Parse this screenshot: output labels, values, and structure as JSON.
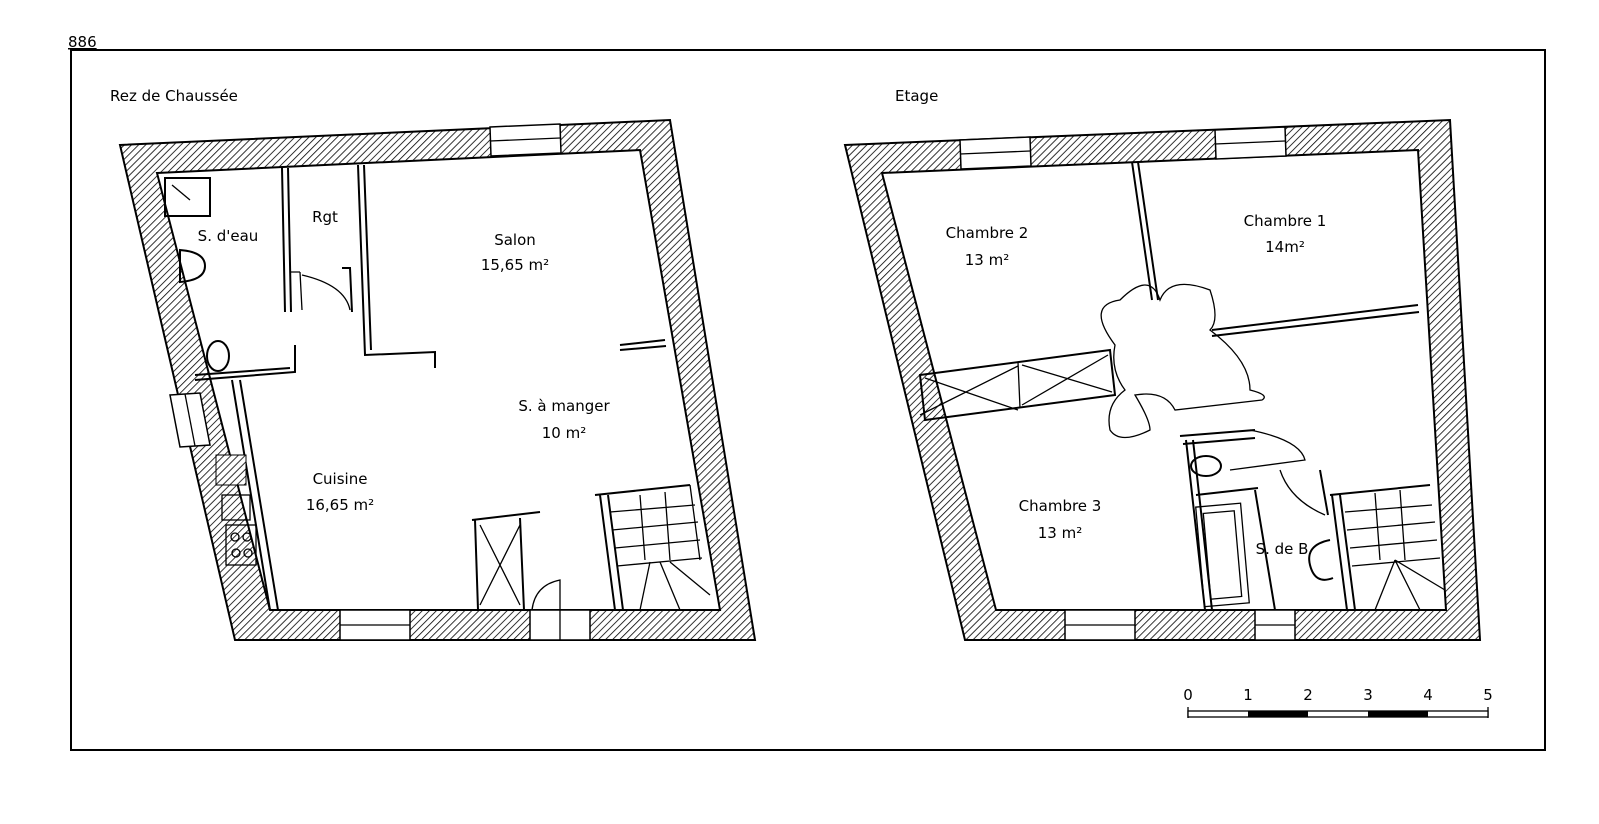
{
  "plan_number": "886",
  "ground_floor": {
    "title": "Rez de Chaussée",
    "rooms": [
      {
        "name": "S. d'eau",
        "area": ""
      },
      {
        "name": "Rgt",
        "area": ""
      },
      {
        "name": "Salon",
        "area": "15,65 m²"
      },
      {
        "name": "S. à manger",
        "area": "10 m²"
      },
      {
        "name": "Cuisine",
        "area": "16,65 m²"
      }
    ]
  },
  "upper_floor": {
    "title": "Etage",
    "rooms": [
      {
        "name": "Chambre 2",
        "area": "13 m²"
      },
      {
        "name": "Chambre 1",
        "area": "14m²"
      },
      {
        "name": "Chambre 3",
        "area": "13 m²"
      },
      {
        "name": "S. de B",
        "area": ""
      }
    ]
  },
  "scale_bar": {
    "ticks": [
      "0",
      "1",
      "2",
      "3",
      "4",
      "5"
    ],
    "unit_count": 5
  }
}
